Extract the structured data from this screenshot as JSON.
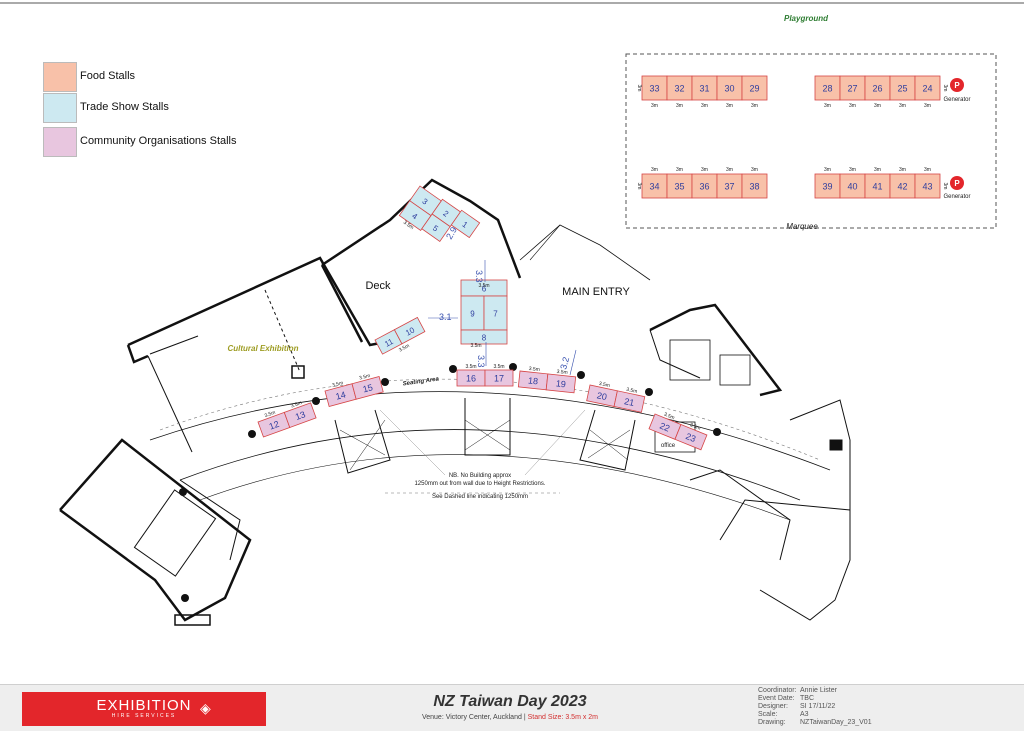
{
  "legend": [
    {
      "label": "Food Stalls",
      "color": "#f8c1a9"
    },
    {
      "label": "Trade Show Stalls",
      "color": "#cde9f1"
    },
    {
      "label": "Community Organisations Stalls",
      "color": "#e8c6df"
    }
  ],
  "colors": {
    "food": "#f8c1a9",
    "trade": "#cde9f1",
    "community": "#e8c6df",
    "accent": "#e3262b",
    "dim": "#3a53b0"
  },
  "labels": {
    "playground": "Playground",
    "marquee": "Marquee",
    "generator": "Generator",
    "parking": "P",
    "deck": "Deck",
    "main_entry": "MAIN ENTRY",
    "cultural": "Cultural Exhibition",
    "seating": "Seating Area",
    "office": "office",
    "note1": "NB. No Building approx",
    "note2": "1250mm out from wall due to Height Restrictions.",
    "note3": "See Dashed line indicating 1250mm",
    "dim_3_5": "3.5m",
    "dim_3": "3m",
    "dim_3_3": "3.3",
    "dim_2_9": "2.9",
    "dim_3_1": "3.1",
    "dim_3_2": "3.2",
    "dim_2m": "2m"
  },
  "marquee_stalls": {
    "top_left": [
      "33",
      "32",
      "31",
      "30",
      "29"
    ],
    "top_right": [
      "28",
      "27",
      "26",
      "25",
      "24"
    ],
    "bottom_left": [
      "34",
      "35",
      "36",
      "37",
      "38"
    ],
    "bottom_right": [
      "39",
      "40",
      "41",
      "42",
      "43"
    ]
  },
  "trade_stalls": {
    "wing": [
      "1",
      "2",
      "3",
      "4",
      "5"
    ],
    "center_block": [
      "6",
      "7",
      "8",
      "9"
    ],
    "pair_10_11": [
      "10",
      "11"
    ]
  },
  "arc_stalls": [
    {
      "nums": [
        "12",
        "13"
      ],
      "type": "community"
    },
    {
      "nums": [
        "14",
        "15"
      ],
      "type": "community"
    },
    {
      "nums": [
        "16",
        "17"
      ],
      "type": "community"
    },
    {
      "nums": [
        "18",
        "19"
      ],
      "type": "community"
    },
    {
      "nums": [
        "20",
        "21"
      ],
      "type": "community"
    },
    {
      "nums": [
        "22",
        "23"
      ],
      "type": "community"
    }
  ],
  "footer": {
    "company": "EXHIBITION",
    "company_sub": "HIRE SERVICES",
    "title": "NZ Taiwan Day 2023",
    "venue": "Venue: Victory Center, Auckland",
    "separator": "|",
    "stand_size": "Stand Size: 3.5m x 2m",
    "meta": [
      {
        "k": "Coordinator:",
        "v": "Annie Lister"
      },
      {
        "k": "Event Date:",
        "v": "TBC"
      },
      {
        "k": "Designer:",
        "v": "SI 17/11/22"
      },
      {
        "k": "Scale:",
        "v": "A3"
      },
      {
        "k": "Drawing:",
        "v": "NZTaiwanDay_23_V01"
      }
    ]
  }
}
